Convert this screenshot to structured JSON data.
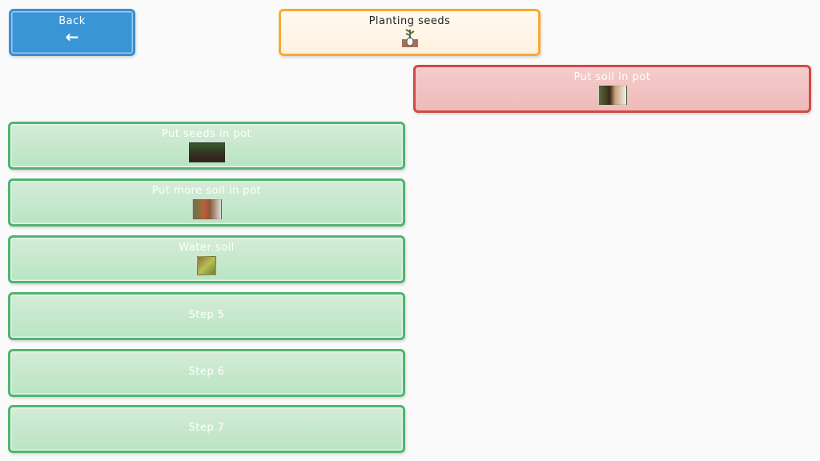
{
  "back_button": {
    "label": "Back",
    "icon": "arrow-left-icon"
  },
  "activity": {
    "title": "Planting seeds",
    "icon": "plant-in-soil-icon"
  },
  "current_step": {
    "label": "Put soil in pot",
    "image": "soil-pot-photo"
  },
  "steps": [
    {
      "label": "Put seeds in pot",
      "image": "seeds-photo"
    },
    {
      "label": "Put more soil in pot",
      "image": "more-soil-photo"
    },
    {
      "label": "Water soil",
      "image": "water-soil-photo"
    },
    {
      "label": "Step 5"
    },
    {
      "label": "Step 6"
    },
    {
      "label": "Step 7"
    }
  ],
  "colors": {
    "back": "#3a95d6",
    "title_border": "#f7aa33",
    "current_border": "#cf4a46",
    "step_border": "#4fb56f"
  }
}
